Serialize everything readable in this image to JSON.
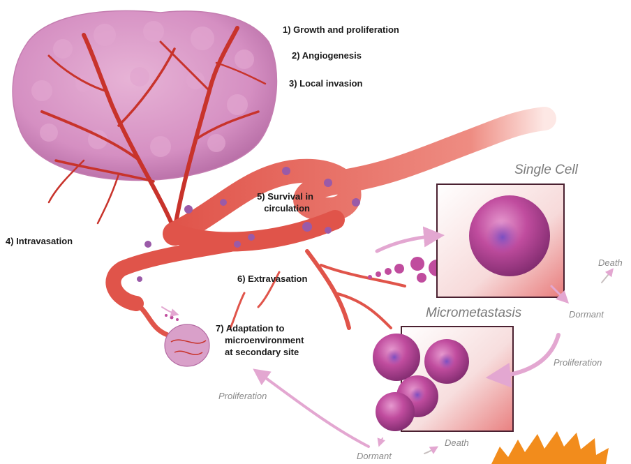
{
  "steps": [
    "1) Growth and proliferation",
    "2) Angiogenesis",
    "3) Local invasion",
    "4) Intravasation",
    "5) Survival in",
    "circulation",
    "6) Extravasation",
    "7) Adaptation to",
    "microenvironment",
    "at secondary site"
  ],
  "panels": {
    "single_cell": "Single Cell",
    "micrometastasis": "Micrometastasis"
  },
  "fates": {
    "death_top": "Death",
    "dormant_right": "Dormant",
    "proliferation_right": "Proliferation",
    "proliferation_left": "Proliferation",
    "death_bottom": "Death",
    "dormant_bottom": "Dormant"
  },
  "colors": {
    "vessel": "#e0544a",
    "tumor": "#d58fc2",
    "cell": "#c04c9e",
    "arrow": "#e3a7d1",
    "panel_border": "#4a2030",
    "badge": "#f28c1c"
  }
}
